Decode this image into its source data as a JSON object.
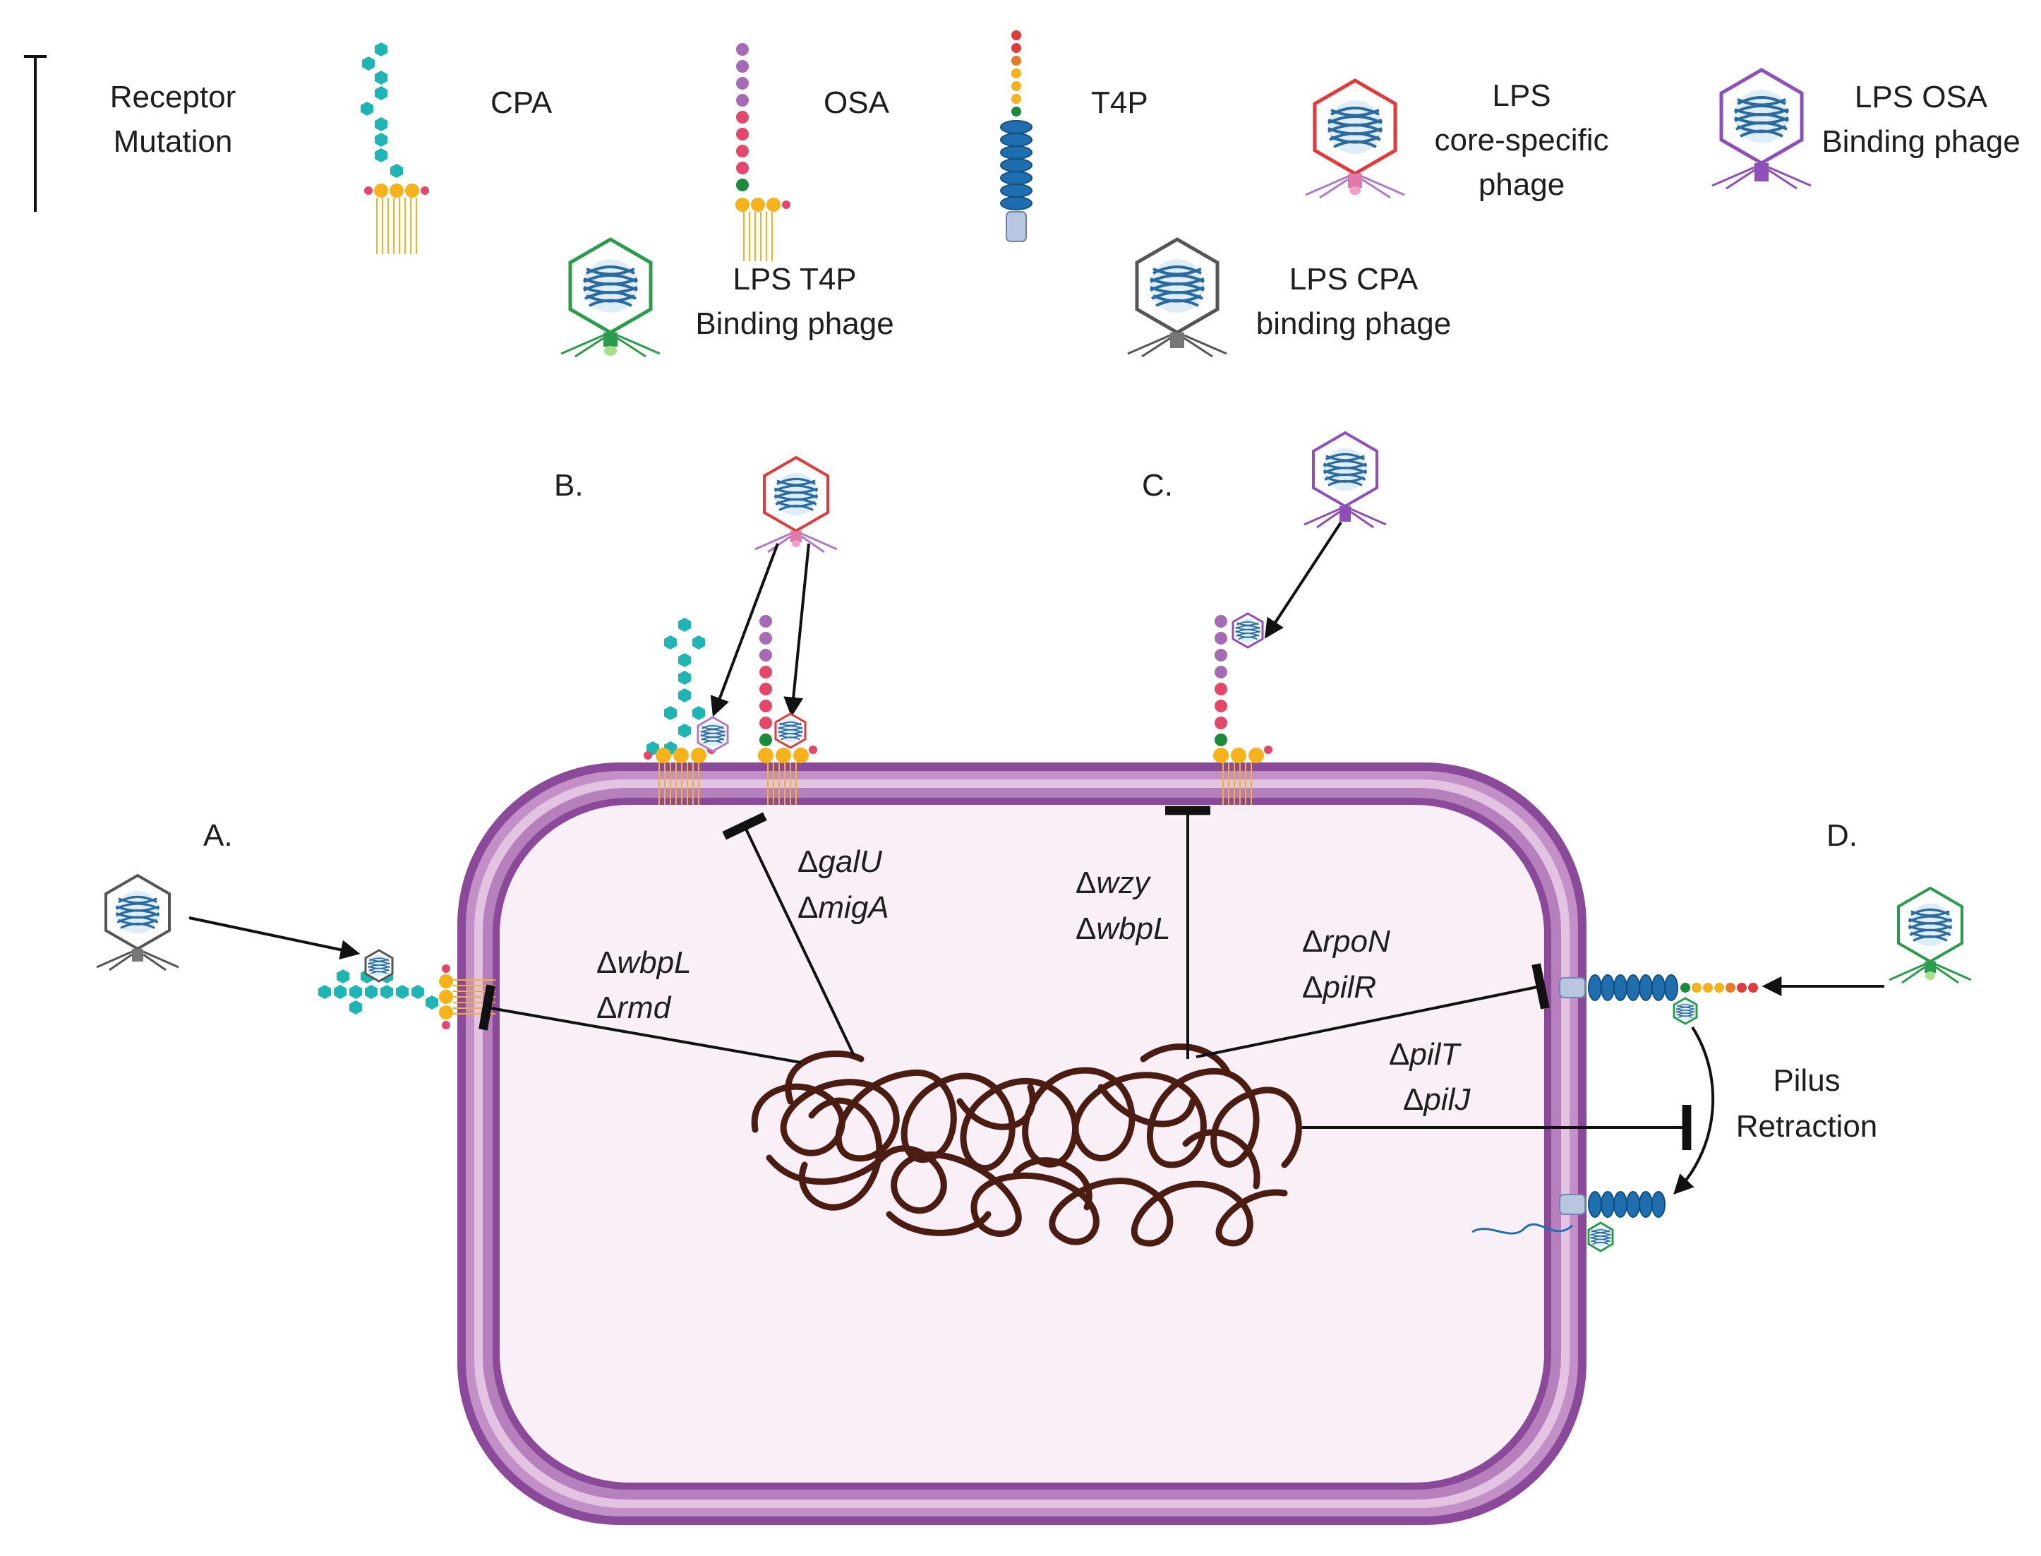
{
  "legend": {
    "receptor_mutation": [
      "Receptor",
      "Mutation"
    ],
    "cpa": "CPA",
    "osa": "OSA",
    "t4p": "T4P",
    "core_phage": [
      "LPS",
      "core-specific",
      "phage"
    ],
    "osa_phage": [
      "LPS OSA",
      "Binding phage"
    ],
    "t4p_phage": [
      "LPS  T4P",
      "Binding phage"
    ],
    "cpa_phage": [
      "LPS CPA",
      "binding phage"
    ]
  },
  "panels": {
    "a": "A.",
    "b": "B.",
    "c": "C.",
    "d": "D."
  },
  "mutations": {
    "delta": "Δ",
    "a": [
      "wbpL",
      "rmd"
    ],
    "b": [
      "galU",
      "migA"
    ],
    "c": [
      "wzy",
      "wbpL"
    ],
    "d1": [
      "rpoN",
      "pilR"
    ],
    "d2": [
      "pilT",
      "pilJ"
    ]
  },
  "pilus_retraction": [
    "Pilus",
    "Retraction"
  ],
  "colors": {
    "cpa": "#1fb5b5",
    "osa_top": "#a56bb5",
    "osa_body": "#e5476a",
    "core": "#f5b21b",
    "link": "#1b8a3a",
    "pilus": "#1f6fb0",
    "cell_membrane": "#8a4a99",
    "cell_inner": "#f8eff7",
    "chromosome": "#4b1d12",
    "phage_core": "#e03a3a",
    "phage_osa": "#8e4fb8",
    "phage_t4p": "#2a9c4b",
    "phage_cpa": "#555555"
  }
}
